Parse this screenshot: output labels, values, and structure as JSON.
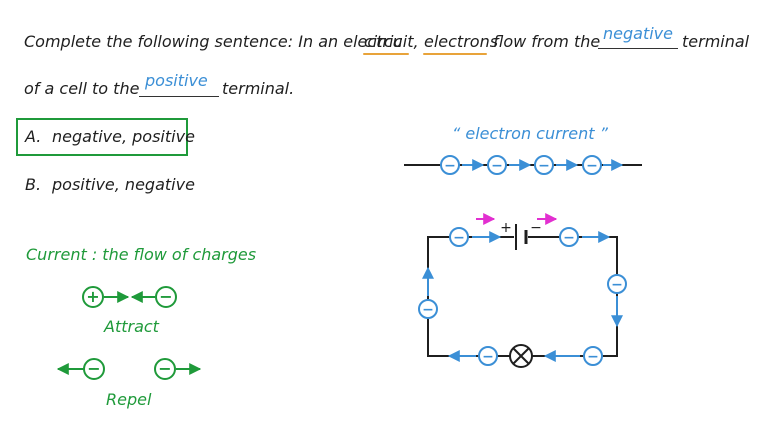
{
  "question": {
    "line1_prefix": "Complete the following sentence: In an electric",
    "word_circuit": "circuit,",
    "word_electrons": "electrons",
    "line1_mid": "flow from the",
    "answer1": "negative",
    "line1_suffix": "terminal",
    "line2_prefix": "of a cell to the",
    "answer2": "positive",
    "line2_suffix": "terminal."
  },
  "options": [
    {
      "letter": "A.",
      "text": "negative, positive",
      "selected": true
    },
    {
      "letter": "B.",
      "text": "positive, negative",
      "selected": false
    }
  ],
  "notes": {
    "heading": "Current : the flow of charges",
    "attract_label": "Attract",
    "repel_label": "Repel",
    "electron_current_label": "“ electron current ”"
  },
  "symbols": {
    "plus": "+",
    "minus": "−",
    "electron": "−"
  },
  "colors": {
    "blue": "#3b8fd6",
    "green": "#1f9a3a",
    "magenta": "#e22fd0",
    "orange": "#e8a33a",
    "dark": "#1f1f1f"
  }
}
